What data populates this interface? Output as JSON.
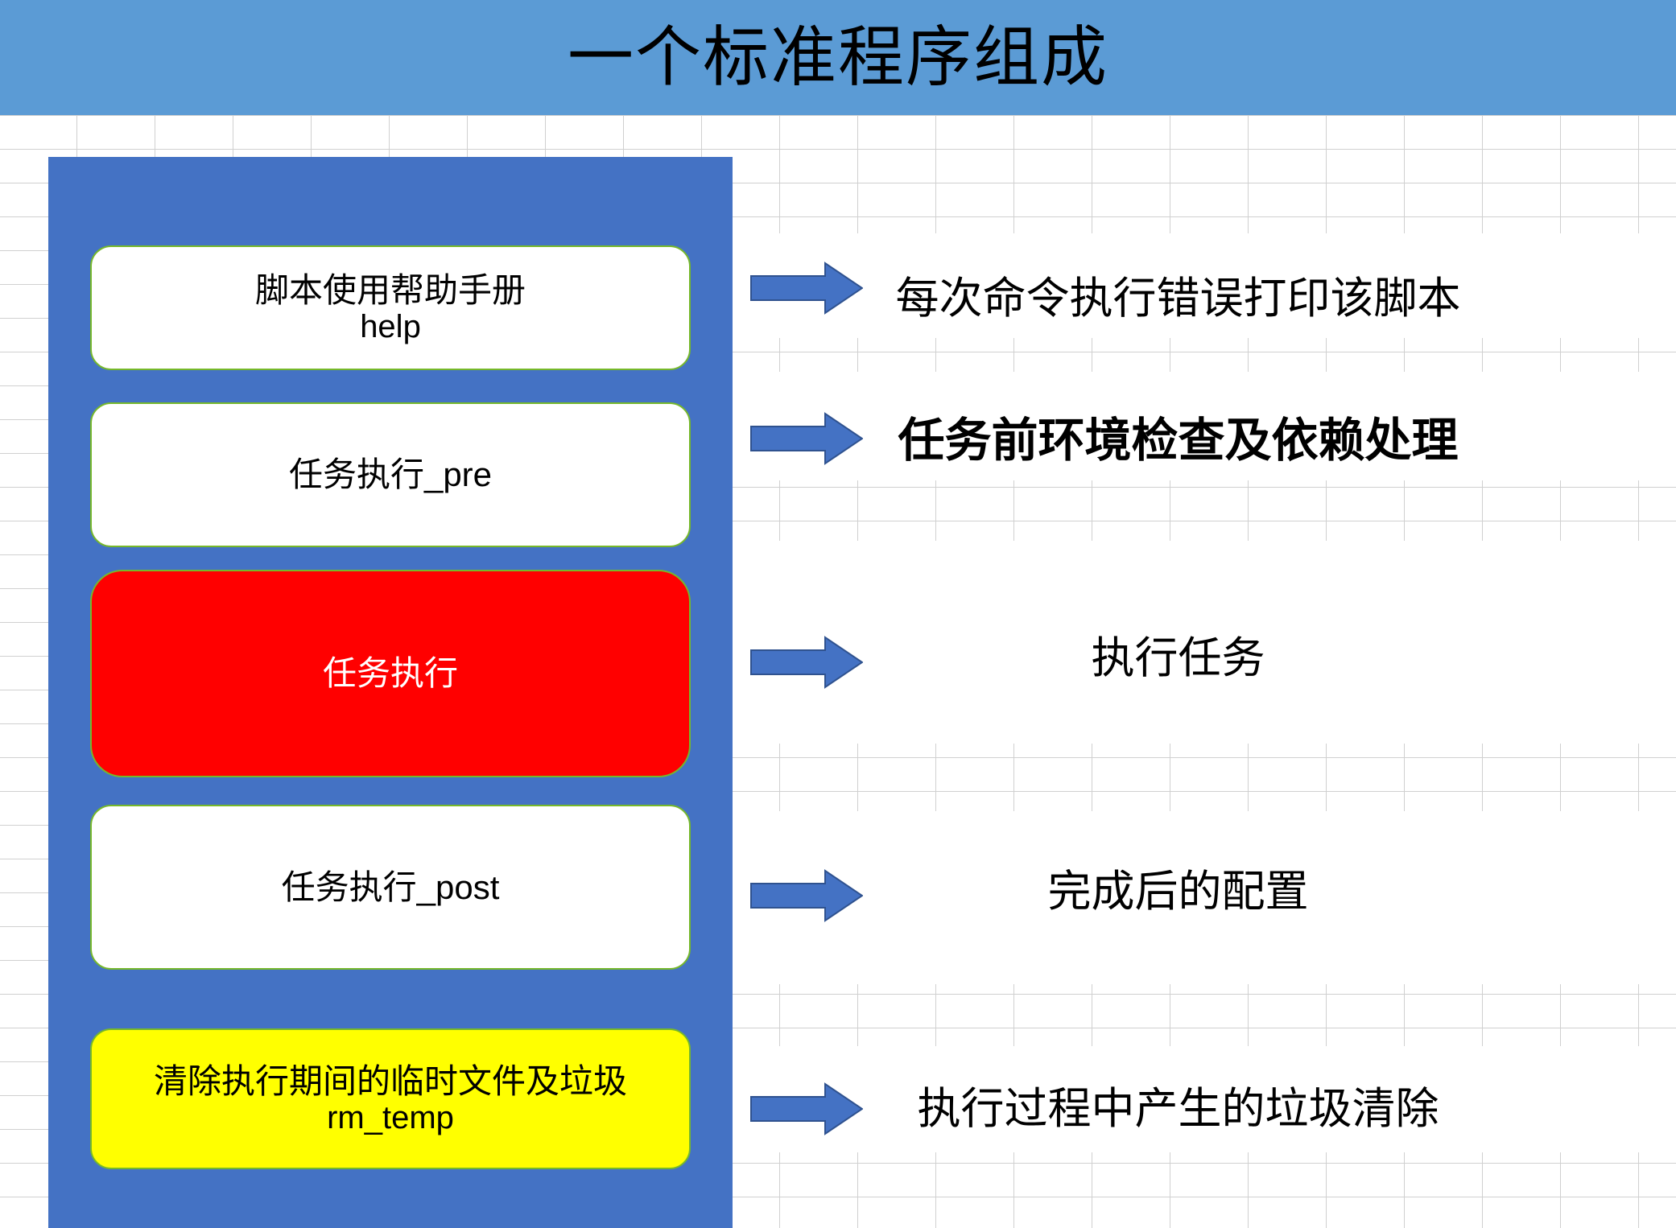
{
  "header": {
    "title": "一个标准程序组成",
    "background_color": "#5B9BD5"
  },
  "container": {
    "background_color": "#4472C4",
    "border_color": "#76B82A"
  },
  "steps": [
    {
      "id": "help",
      "main": "脚本使用帮助手册",
      "sub": "help",
      "fill_color": "#FFFFFF",
      "text_color": "#000000"
    },
    {
      "id": "pre",
      "main": "任务执行_pre",
      "sub": "",
      "fill_color": "#FFFFFF",
      "text_color": "#000000"
    },
    {
      "id": "main",
      "main": "任务执行",
      "sub": "",
      "fill_color": "#FF0000",
      "text_color": "#FFFFFF"
    },
    {
      "id": "post",
      "main": "任务执行_post",
      "sub": "",
      "fill_color": "#FFFFFF",
      "text_color": "#000000"
    },
    {
      "id": "rm_temp",
      "main": "清除执行期间的临时文件及垃圾",
      "sub": "rm_temp",
      "fill_color": "#FFFF00",
      "text_color": "#000000"
    }
  ],
  "descriptions": [
    {
      "id": "desc-help",
      "text": "每次命令执行错误打印该脚本"
    },
    {
      "id": "desc-pre",
      "text": "任务前环境检查及依赖处理"
    },
    {
      "id": "desc-main",
      "text": "执行任务"
    },
    {
      "id": "desc-post",
      "text": "完成后的配置"
    },
    {
      "id": "desc-rm",
      "text": "执行过程中产生的垃圾清除"
    }
  ],
  "arrows": {
    "count": 5,
    "fill_color": "#4472C4",
    "stroke_color": "#2F528F",
    "icon": "right-arrow-icon"
  }
}
